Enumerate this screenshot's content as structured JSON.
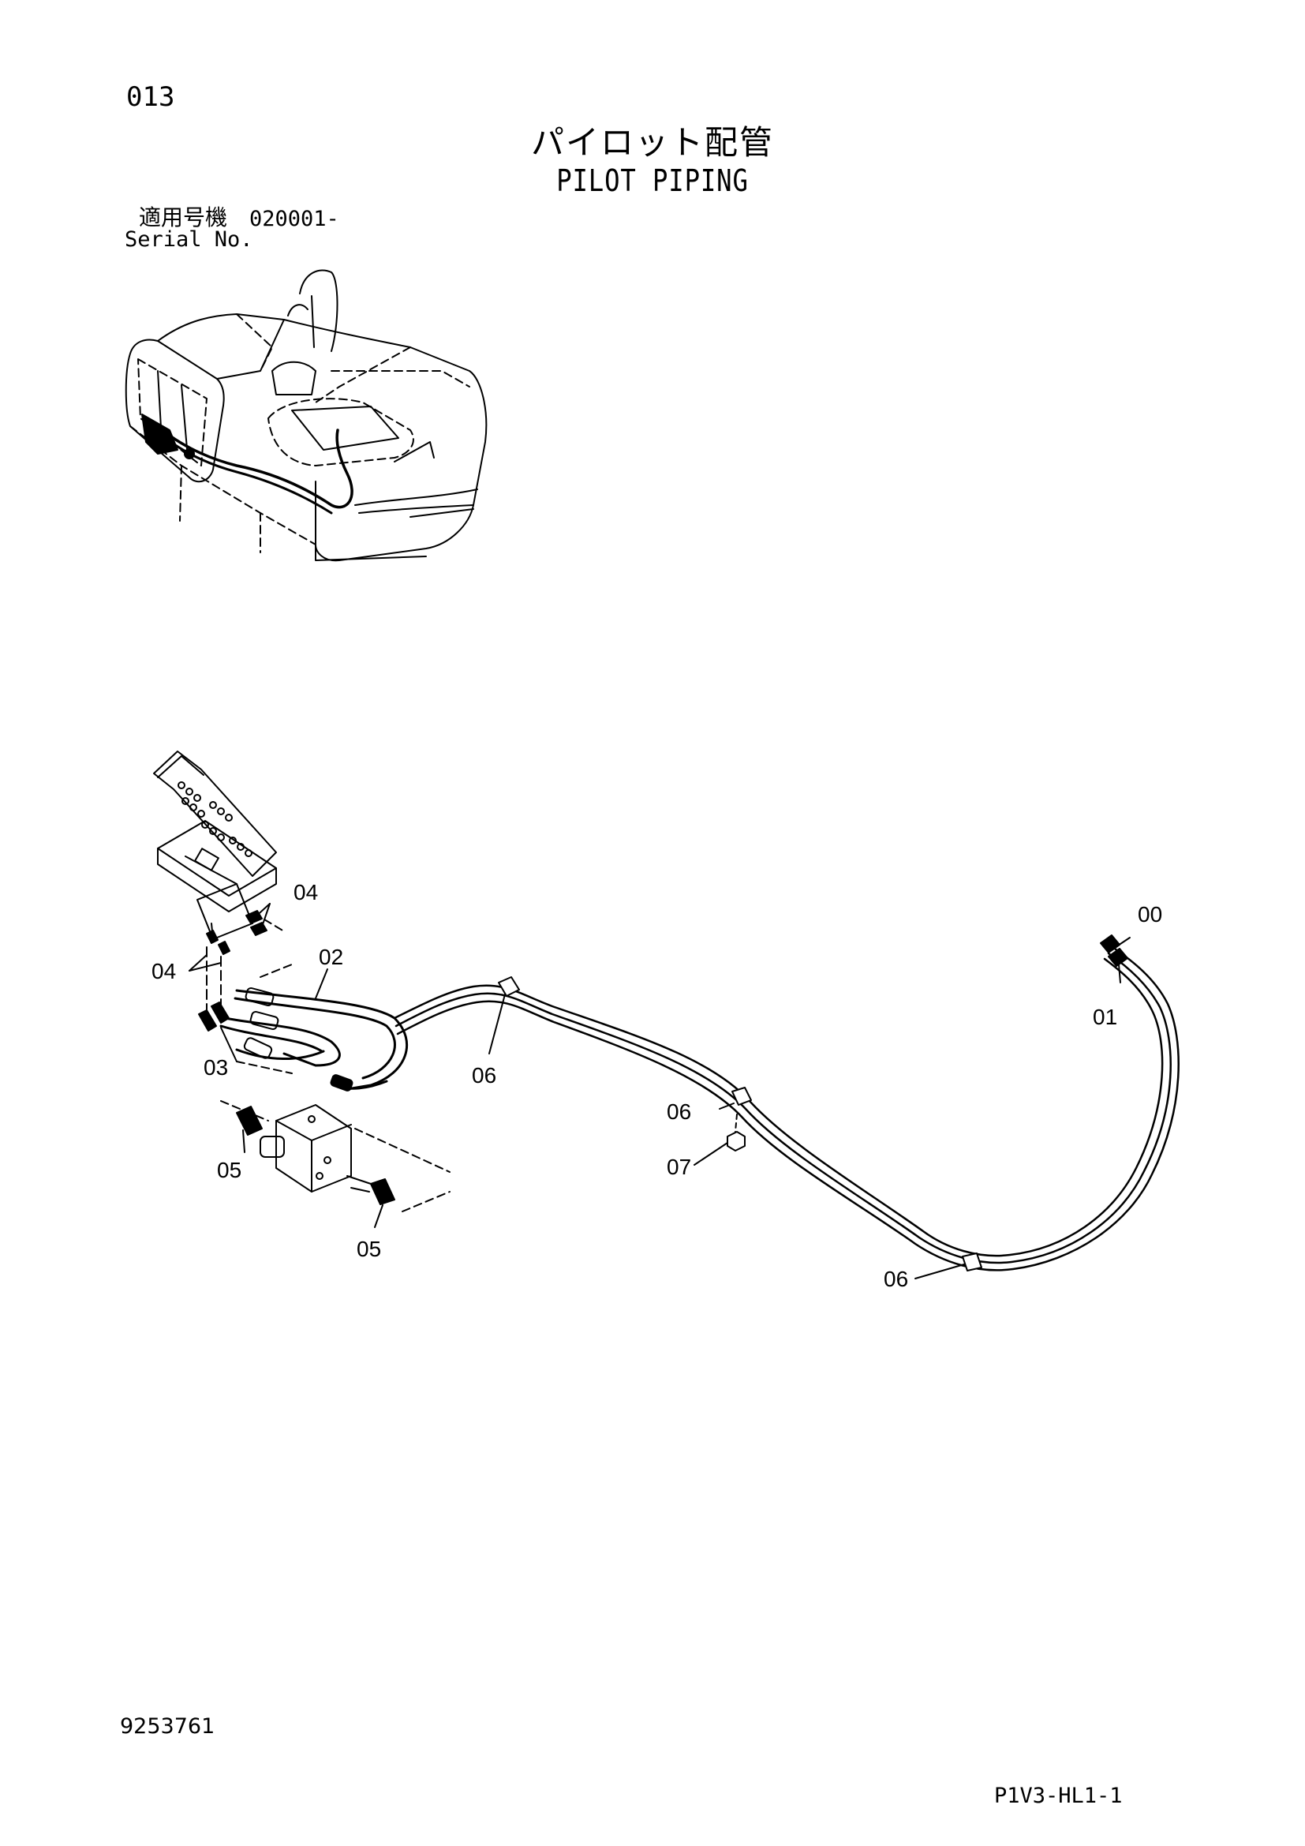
{
  "page": {
    "number": "013",
    "title_jp": "パイロット配管",
    "title_en": "PILOT PIPING",
    "serial_label_jp": "適用号機",
    "serial_value": "020001-",
    "serial_label_en": "Serial No.",
    "document_number": "9253761",
    "sheet_code": "P1V3-HL1-1"
  },
  "callouts": {
    "c04a": "04",
    "c04b": "04",
    "c02": "02",
    "c03": "03",
    "c05a": "05",
    "c05b": "05",
    "c06a": "06",
    "c06b": "06",
    "c06c": "06",
    "c07": "07",
    "c00": "00",
    "c01": "01"
  }
}
